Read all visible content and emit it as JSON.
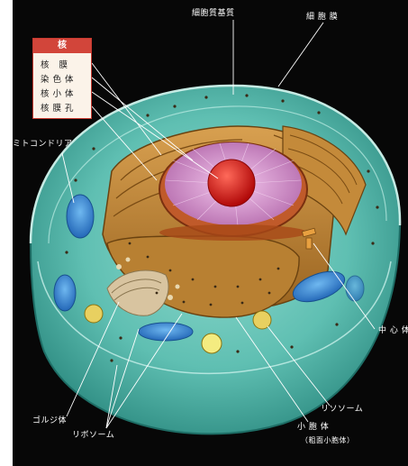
{
  "labels": {
    "cytoplasmic_matrix": "細胞質基質",
    "cell_membrane": "細 胞 膜",
    "mitochondria": "ミトコンドリア",
    "centrosome": "中 心 体",
    "lysosome": "リソソーム",
    "golgi": "ゴルジ体",
    "ribosome": "リボソーム",
    "er_main": "小 胞 体",
    "er_sub": "（粗面小胞体）"
  },
  "legend": {
    "title": "核",
    "items": [
      "核 膜",
      "染色体",
      "核小体",
      "核膜孔"
    ]
  },
  "colors": {
    "background": "#070707",
    "cytoplasm": "#5fbfb2",
    "nucleus_surface": "#d898d0",
    "nucleolus": "#e01818",
    "er": "#c48a3a",
    "mitochondria": "#3a8ed8",
    "legend_accent": "#d2453a"
  }
}
